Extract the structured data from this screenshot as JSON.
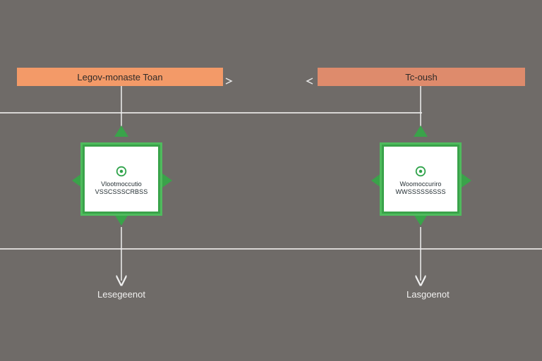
{
  "top_left_banner": {
    "label": "Legov-monaste Toan",
    "color": "#f39a68"
  },
  "top_right_banner": {
    "label": "Tc-oush",
    "color": "#de8b6c"
  },
  "left_card": {
    "line1": "Vlootmoccutio",
    "line2": "VSSCSSSCRBSS"
  },
  "right_card": {
    "line1": "Woomoccuriro",
    "line2": "WWSSSSS6SSS"
  },
  "bottom_left": {
    "label": "Lesegeenot"
  },
  "bottom_right": {
    "label": "Lasgoenot"
  }
}
